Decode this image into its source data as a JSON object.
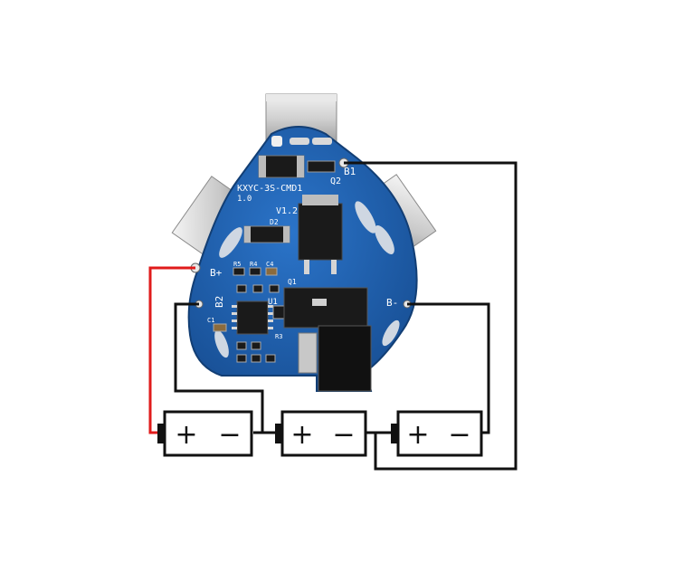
{
  "board": {
    "model": "KXYC-3S-CMD1",
    "version_a": "1.0",
    "version_b": "V1.2",
    "pad_b1": "B1",
    "pad_b2": "B2",
    "pad_bplus": "B+",
    "pad_bminus": "B-",
    "ref_q2": "Q2",
    "ref_d2": "D2",
    "ref_u1": "U1",
    "ref_r5": "R5",
    "ref_r4": "R4",
    "ref_c4": "C4",
    "ref_c1": "C1",
    "ref_r3": "R3",
    "ref_q1": "Q1"
  },
  "cells": [
    {
      "plus": "+",
      "minus": "−"
    },
    {
      "plus": "+",
      "minus": "−"
    },
    {
      "plus": "+",
      "minus": "−"
    }
  ],
  "colors": {
    "pcb": "#1c5fae",
    "wire": "#111111",
    "positive_wire": "#e01b1b",
    "metal_tab": "#cfcfcf"
  }
}
